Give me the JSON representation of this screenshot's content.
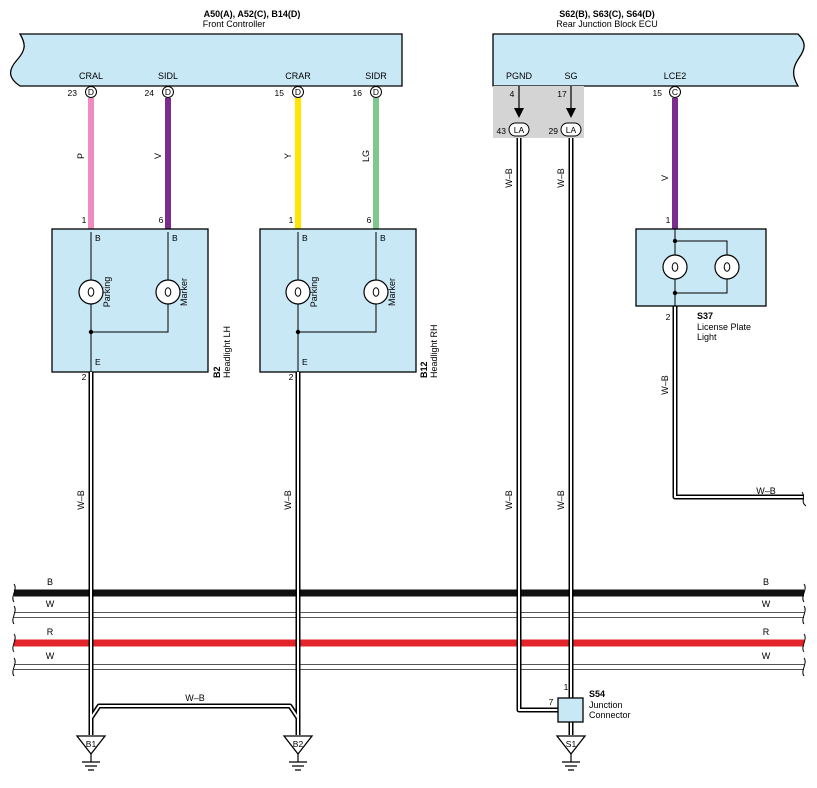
{
  "front_controller": {
    "codes": "A50(A), A52(C), B14(D)",
    "name": "Front Controller",
    "terminals": [
      {
        "label": "CRAL",
        "pin": "23",
        "conn": "D"
      },
      {
        "label": "SIDL",
        "pin": "24",
        "conn": "D"
      },
      {
        "label": "CRAR",
        "pin": "15",
        "conn": "D"
      },
      {
        "label": "SIDR",
        "pin": "16",
        "conn": "D"
      }
    ]
  },
  "rear_ecu": {
    "codes": "S62(B), S63(C), S64(D)",
    "name": "Rear Junction Block ECU",
    "terminals": [
      {
        "label": "PGND",
        "pin": "4"
      },
      {
        "label": "SG",
        "pin": "17"
      },
      {
        "label": "LCE2",
        "pin": "15",
        "conn": "C"
      }
    ],
    "la_connectors": [
      {
        "pin": "43",
        "conn": "LA"
      },
      {
        "pin": "29",
        "conn": "LA"
      }
    ]
  },
  "wires": {
    "cral": "P",
    "sidl": "V",
    "crar": "Y",
    "sidr": "LG",
    "lce2": "V",
    "pgnd": "W–B",
    "sg": "W–B",
    "b2_ground": "W–B",
    "b12_ground": "W–B",
    "s37_ground": "W–B",
    "s37_branch": "W–B",
    "b1_b2_link": "W–B"
  },
  "headlight_lh": {
    "code": "B2",
    "name": "Headlight LH",
    "pins": {
      "parking": "1",
      "marker": "6",
      "ground": "2"
    },
    "terms": {
      "parking": "B",
      "marker": "B",
      "ground": "E"
    },
    "bulbs": [
      "Parking",
      "Marker"
    ]
  },
  "headlight_rh": {
    "code": "B12",
    "name": "Headlight RH",
    "pins": {
      "parking": "1",
      "marker": "6",
      "ground": "2"
    },
    "terms": {
      "parking": "B",
      "marker": "B",
      "ground": "E"
    },
    "bulbs": [
      "Parking",
      "Marker"
    ]
  },
  "license_plate_light": {
    "code": "S37",
    "name_line1": "License Plate",
    "name_line2": "Light",
    "pins": {
      "power": "1",
      "ground": "2"
    }
  },
  "junction_connector": {
    "code": "S54",
    "name_line1": "Junction",
    "name_line2": "Connector",
    "pins": {
      "top": "1",
      "left": "7"
    }
  },
  "bus": [
    {
      "label": "B",
      "color": "#111111"
    },
    {
      "label": "W",
      "color": "#ffffff"
    },
    {
      "label": "R",
      "color": "#e3242b"
    },
    {
      "label": "W",
      "color": "#ffffff"
    }
  ],
  "grounds": [
    "B1",
    "B2",
    "S1"
  ],
  "colors": {
    "P": "#f08bc0",
    "V": "#7b2d8e",
    "Y": "#ffe600",
    "LG": "#7dc88e",
    "component_fill": "#c8e8f5",
    "shade": "#d4d4d4"
  }
}
